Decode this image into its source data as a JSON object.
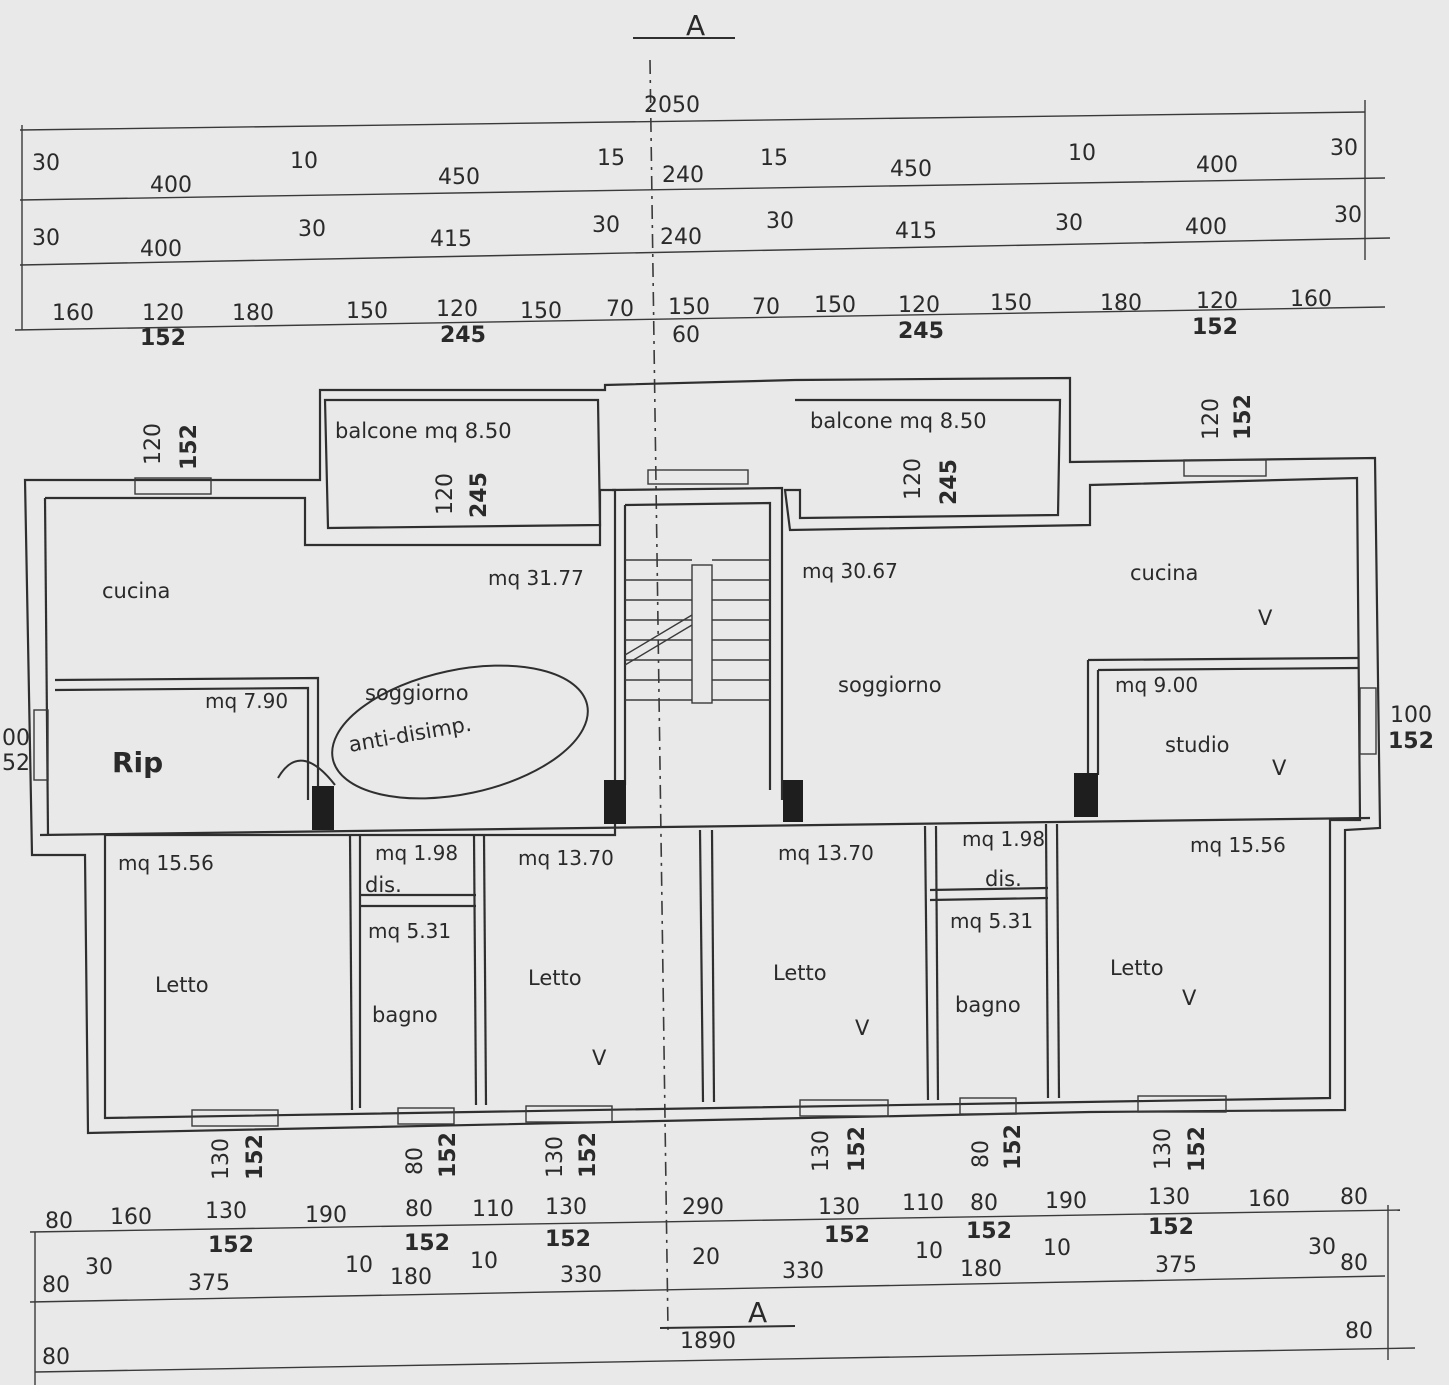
{
  "section_marks": {
    "top": "A",
    "bottom": "A"
  },
  "top_dimensions": {
    "overall": "2050",
    "row1": [
      "30",
      "400",
      "10",
      "450",
      "15",
      "240",
      "15",
      "450",
      "10",
      "400",
      "30"
    ],
    "row2": [
      "30",
      "400",
      "30",
      "415",
      "30",
      "240",
      "30",
      "415",
      "30",
      "400",
      "30"
    ],
    "row3": [
      "160",
      "120",
      "152",
      "180",
      "150",
      "120",
      "245",
      "150",
      "70",
      "150",
      "60",
      "70",
      "150",
      "120",
      "245",
      "150",
      "180",
      "120",
      "152",
      "160"
    ]
  },
  "bottom_dimensions": {
    "row1": [
      "80",
      "160",
      "130",
      "152",
      "190",
      "80",
      "152",
      "110",
      "130",
      "152",
      "290",
      "130",
      "152",
      "110",
      "80",
      "152",
      "190",
      "130",
      "152",
      "160",
      "80"
    ],
    "row2": [
      "80",
      "30",
      "375",
      "10",
      "180",
      "10",
      "330",
      "20",
      "330",
      "10",
      "180",
      "10",
      "375",
      "30",
      "80"
    ],
    "overall": "1890",
    "row3": [
      "80",
      "80"
    ]
  },
  "window_labels": {
    "cucina_left": [
      "120",
      "152"
    ],
    "balcone_left": [
      "120",
      "245"
    ],
    "balcone_right": [
      "120",
      "245"
    ],
    "cucina_right": [
      "120",
      "152"
    ],
    "left_side": [
      "00",
      "52"
    ],
    "right_side": [
      "100",
      "152"
    ],
    "bottom": [
      [
        "130",
        "152"
      ],
      [
        "80",
        "152"
      ],
      [
        "130",
        "152"
      ],
      [
        "130",
        "152"
      ],
      [
        "80",
        "152"
      ],
      [
        "130",
        "152"
      ]
    ]
  },
  "rooms": {
    "balcone_left": "balcone mq 8.50",
    "balcone_right": "balcone mq 8.50",
    "cucina_left": "cucina",
    "cucina_right": "cucina",
    "area_soggiorno_left": "mq 31.77",
    "area_soggiorno_right": "mq 30.67",
    "soggiorno_left": "soggiorno",
    "soggiorno_right": "soggiorno",
    "area_rip": "mq 7.90",
    "rip": "Rip",
    "area_studio": "mq 9.00",
    "studio": "studio",
    "handwritten_note": "anti-disimp.",
    "area_letto_1": "mq 15.56",
    "letto_1": "Letto",
    "area_dis_left": "mq 1.98",
    "dis_left": "dis.",
    "area_bagno_left": "mq 5.31",
    "bagno_left": "bagno",
    "area_letto_2": "mq 13.70",
    "letto_2": "Letto",
    "area_letto_3": "mq 13.70",
    "letto_3": "Letto",
    "area_dis_right": "mq 1.98",
    "dis_right": "dis.",
    "area_bagno_right": "mq 5.31",
    "bagno_right": "bagno",
    "area_letto_4": "mq 15.56",
    "letto_4": "Letto"
  },
  "check_mark": "V"
}
